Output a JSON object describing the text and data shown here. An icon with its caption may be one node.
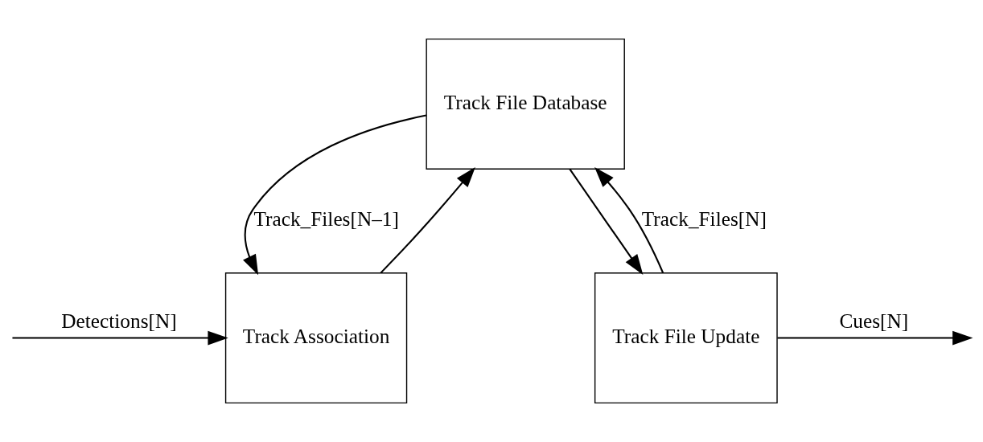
{
  "diagram": {
    "nodes": [
      {
        "text": [
          "Track File Database"
        ]
      },
      {
        "text": [
          "Track Association"
        ]
      },
      {
        "text": [
          "Track File Update"
        ]
      }
    ],
    "edges": [
      {
        "from": 0,
        "to": 1,
        "arrow": "to",
        "label": "Track_Files[N–1]"
      },
      {
        "from": 1,
        "to": 0,
        "arrow": "to"
      },
      {
        "from": 0,
        "to": 2,
        "arrow": "to"
      },
      {
        "from": 2,
        "to": 0,
        "arrow": "to",
        "label": "Track_Files[N]"
      },
      {
        "from": null,
        "to": 1,
        "arrow": "to",
        "label": "Detections[N]"
      },
      {
        "from": 2,
        "to": null,
        "arrow": "to",
        "label": "Cues[N]"
      }
    ]
  }
}
